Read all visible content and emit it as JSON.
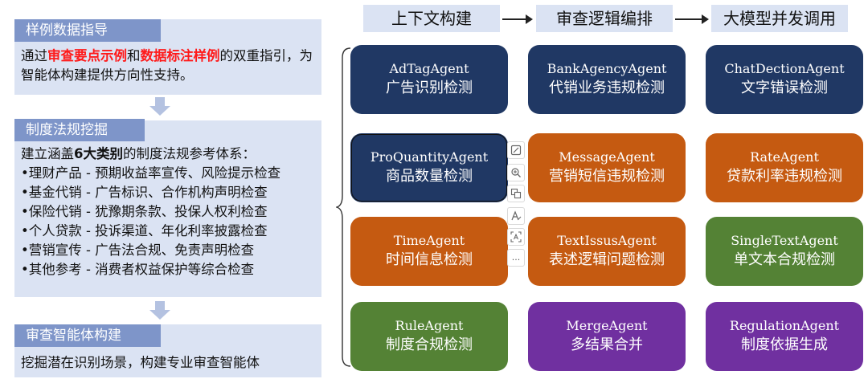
{
  "left": {
    "section1": {
      "title": "样例数据指导",
      "text": {
        "p1": "通过",
        "hl1": "审查要点示例",
        "p2": "和",
        "hl2": "数据标注样例",
        "p3": "的双重指引，为智能体构建提供方向性支持。"
      }
    },
    "section2": {
      "title": "制度法规挖掘",
      "intro": {
        "p1": "建立涵盖",
        "bold": "6大类别",
        "p2": "的制度法规参考体系："
      },
      "items": [
        "•理财产品 - 预期收益率宣传、风险提示检查",
        "•基金代销 - 广告标识、合作机构声明检查",
        "•保险代销 - 犹豫期条款、投保人权利检查",
        "•个人贷款 - 投诉渠道、年化利率披露检查",
        "•营销宣传 - 广告法合规、免责声明检查",
        "•其他参考 - 消费者权益保护等综合检查"
      ]
    },
    "section3": {
      "title": "审查智能体构建",
      "text": "挖掘潜在识别场景，构建专业审查智能体"
    }
  },
  "flow": {
    "steps": [
      "上下文构建",
      "审查逻辑编排",
      "大模型并发调用"
    ]
  },
  "agents": [
    {
      "name": "AdTagAgent",
      "desc": "广告识别检测",
      "color": "navy"
    },
    {
      "name": "BankAgencyAgent",
      "desc": "代销业务违规检测",
      "color": "navy"
    },
    {
      "name": "ChatDectionAgent",
      "desc": "文字错误检测",
      "color": "navy"
    },
    {
      "name": "ProQuantityAgent",
      "desc": "商品数量检测",
      "color": "navy"
    },
    {
      "name": "MessageAgent",
      "desc": "营销短信违规检测",
      "color": "orange"
    },
    {
      "name": "RateAgent",
      "desc": "贷款利率违规检测",
      "color": "orange"
    },
    {
      "name": "TimeAgent",
      "desc": "时间信息检测",
      "color": "orange"
    },
    {
      "name": "TextIssusAgent",
      "desc": "表述逻辑问题检测",
      "color": "orange"
    },
    {
      "name": "SingleTextAgent",
      "desc": "单文本合规检测",
      "color": "green"
    },
    {
      "name": "RuleAgent",
      "desc": "制度合规检测",
      "color": "green"
    },
    {
      "name": "MergeAgent",
      "desc": "多结果合并",
      "color": "purple"
    },
    {
      "name": "RegulationAgent",
      "desc": "制度依据生成",
      "color": "purple"
    }
  ],
  "colors": {
    "navy": "#203864",
    "orange": "#c55a11",
    "green": "#548235",
    "purple": "#7030a0",
    "panel": "#dbe3f3",
    "panel_header": "#7e95c9",
    "highlight": "#ff1a1a"
  },
  "toolbar": {
    "icons": [
      "image-edit-icon",
      "zoom-icon",
      "copy-icon",
      "text-style-icon",
      "ocr-icon",
      "more-icon"
    ],
    "more_label": "..."
  }
}
